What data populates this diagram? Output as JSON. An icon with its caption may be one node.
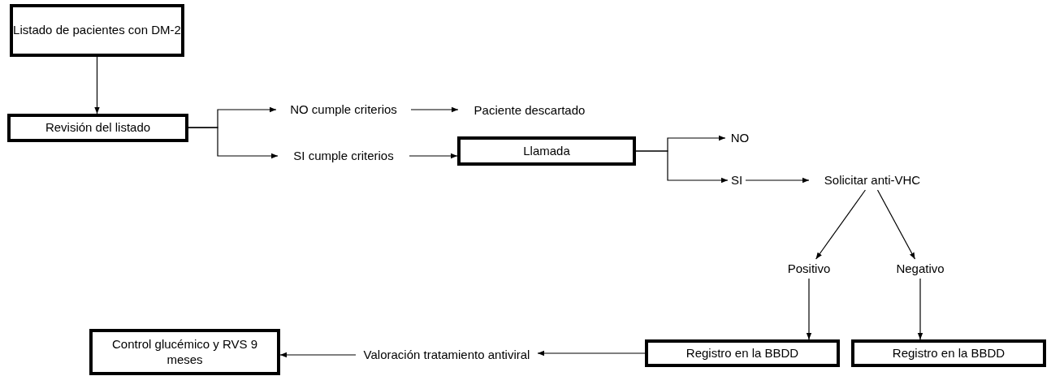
{
  "diagram": {
    "nodes": [
      {
        "text": [
          "Listado de pacientes con DM-2"
        ]
      },
      {
        "text": [
          "Revisión del listado"
        ]
      },
      {
        "text": [
          "NO cumple criterios"
        ]
      },
      {
        "text": [
          "Paciente descartado"
        ]
      },
      {
        "text": [
          "SI cumple criterios"
        ]
      },
      {
        "text": [
          "Llamada"
        ]
      },
      {
        "text": [
          "NO"
        ]
      },
      {
        "text": [
          "SI"
        ]
      },
      {
        "text": [
          "Solicitar anti-VHC"
        ]
      },
      {
        "text": [
          "Positivo"
        ]
      },
      {
        "text": [
          "Negativo"
        ]
      },
      {
        "text": [
          "Registro en la BBDD"
        ]
      },
      {
        "text": [
          "Registro en la BBDD"
        ]
      },
      {
        "text": [
          "Valoración tratamiento antiviral"
        ]
      },
      {
        "text": [
          "Control glucémico y RVS 9 meses"
        ]
      }
    ],
    "edges": [
      {
        "from": 0,
        "to": 1,
        "arrow": "to"
      },
      {
        "from": 1,
        "to": 2,
        "arrow": "to"
      },
      {
        "from": 1,
        "to": 4,
        "arrow": "to"
      },
      {
        "from": 2,
        "to": 3,
        "arrow": "to"
      },
      {
        "from": 4,
        "to": 5,
        "arrow": "to"
      },
      {
        "from": 5,
        "to": 6,
        "arrow": "to"
      },
      {
        "from": 5,
        "to": 7,
        "arrow": "to"
      },
      {
        "from": 7,
        "to": 8,
        "arrow": "to"
      },
      {
        "from": 8,
        "to": 9,
        "arrow": "to"
      },
      {
        "from": 8,
        "to": 10,
        "arrow": "to"
      },
      {
        "from": 9,
        "to": 11,
        "arrow": "to"
      },
      {
        "from": 10,
        "to": 12,
        "arrow": "to"
      },
      {
        "from": 11,
        "to": 13,
        "arrow": "to"
      },
      {
        "from": 13,
        "to": 14,
        "arrow": "to"
      }
    ]
  }
}
